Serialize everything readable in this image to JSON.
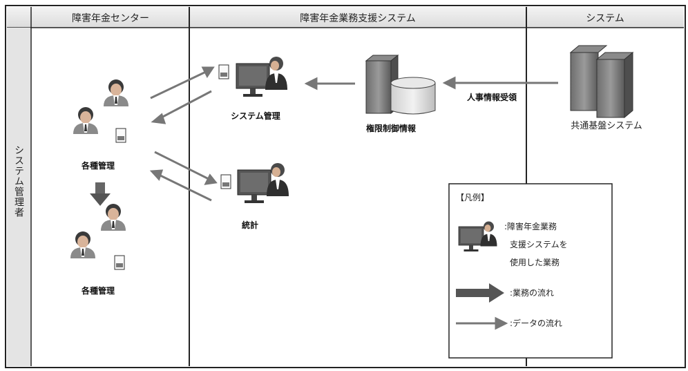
{
  "columns": {
    "left": "障害年金センター",
    "middle": "障害年金業務支援システム",
    "right": "システム"
  },
  "row_actor": "システム管理者",
  "nodes": {
    "management_top": "各種管理",
    "management_bottom": "各種管理",
    "system_admin": "システム管理",
    "statistics": "統計",
    "access_control": "権限制御情報",
    "personnel_receive": "人事情報受領",
    "common_platform": "共通基盤システム"
  },
  "legend": {
    "title": "【凡例】",
    "person_desc": [
      ":障害年金業務",
      "支援システムを",
      "使用した業務"
    ],
    "work_flow": ":業務の流れ",
    "data_flow": ":データの流れ"
  }
}
